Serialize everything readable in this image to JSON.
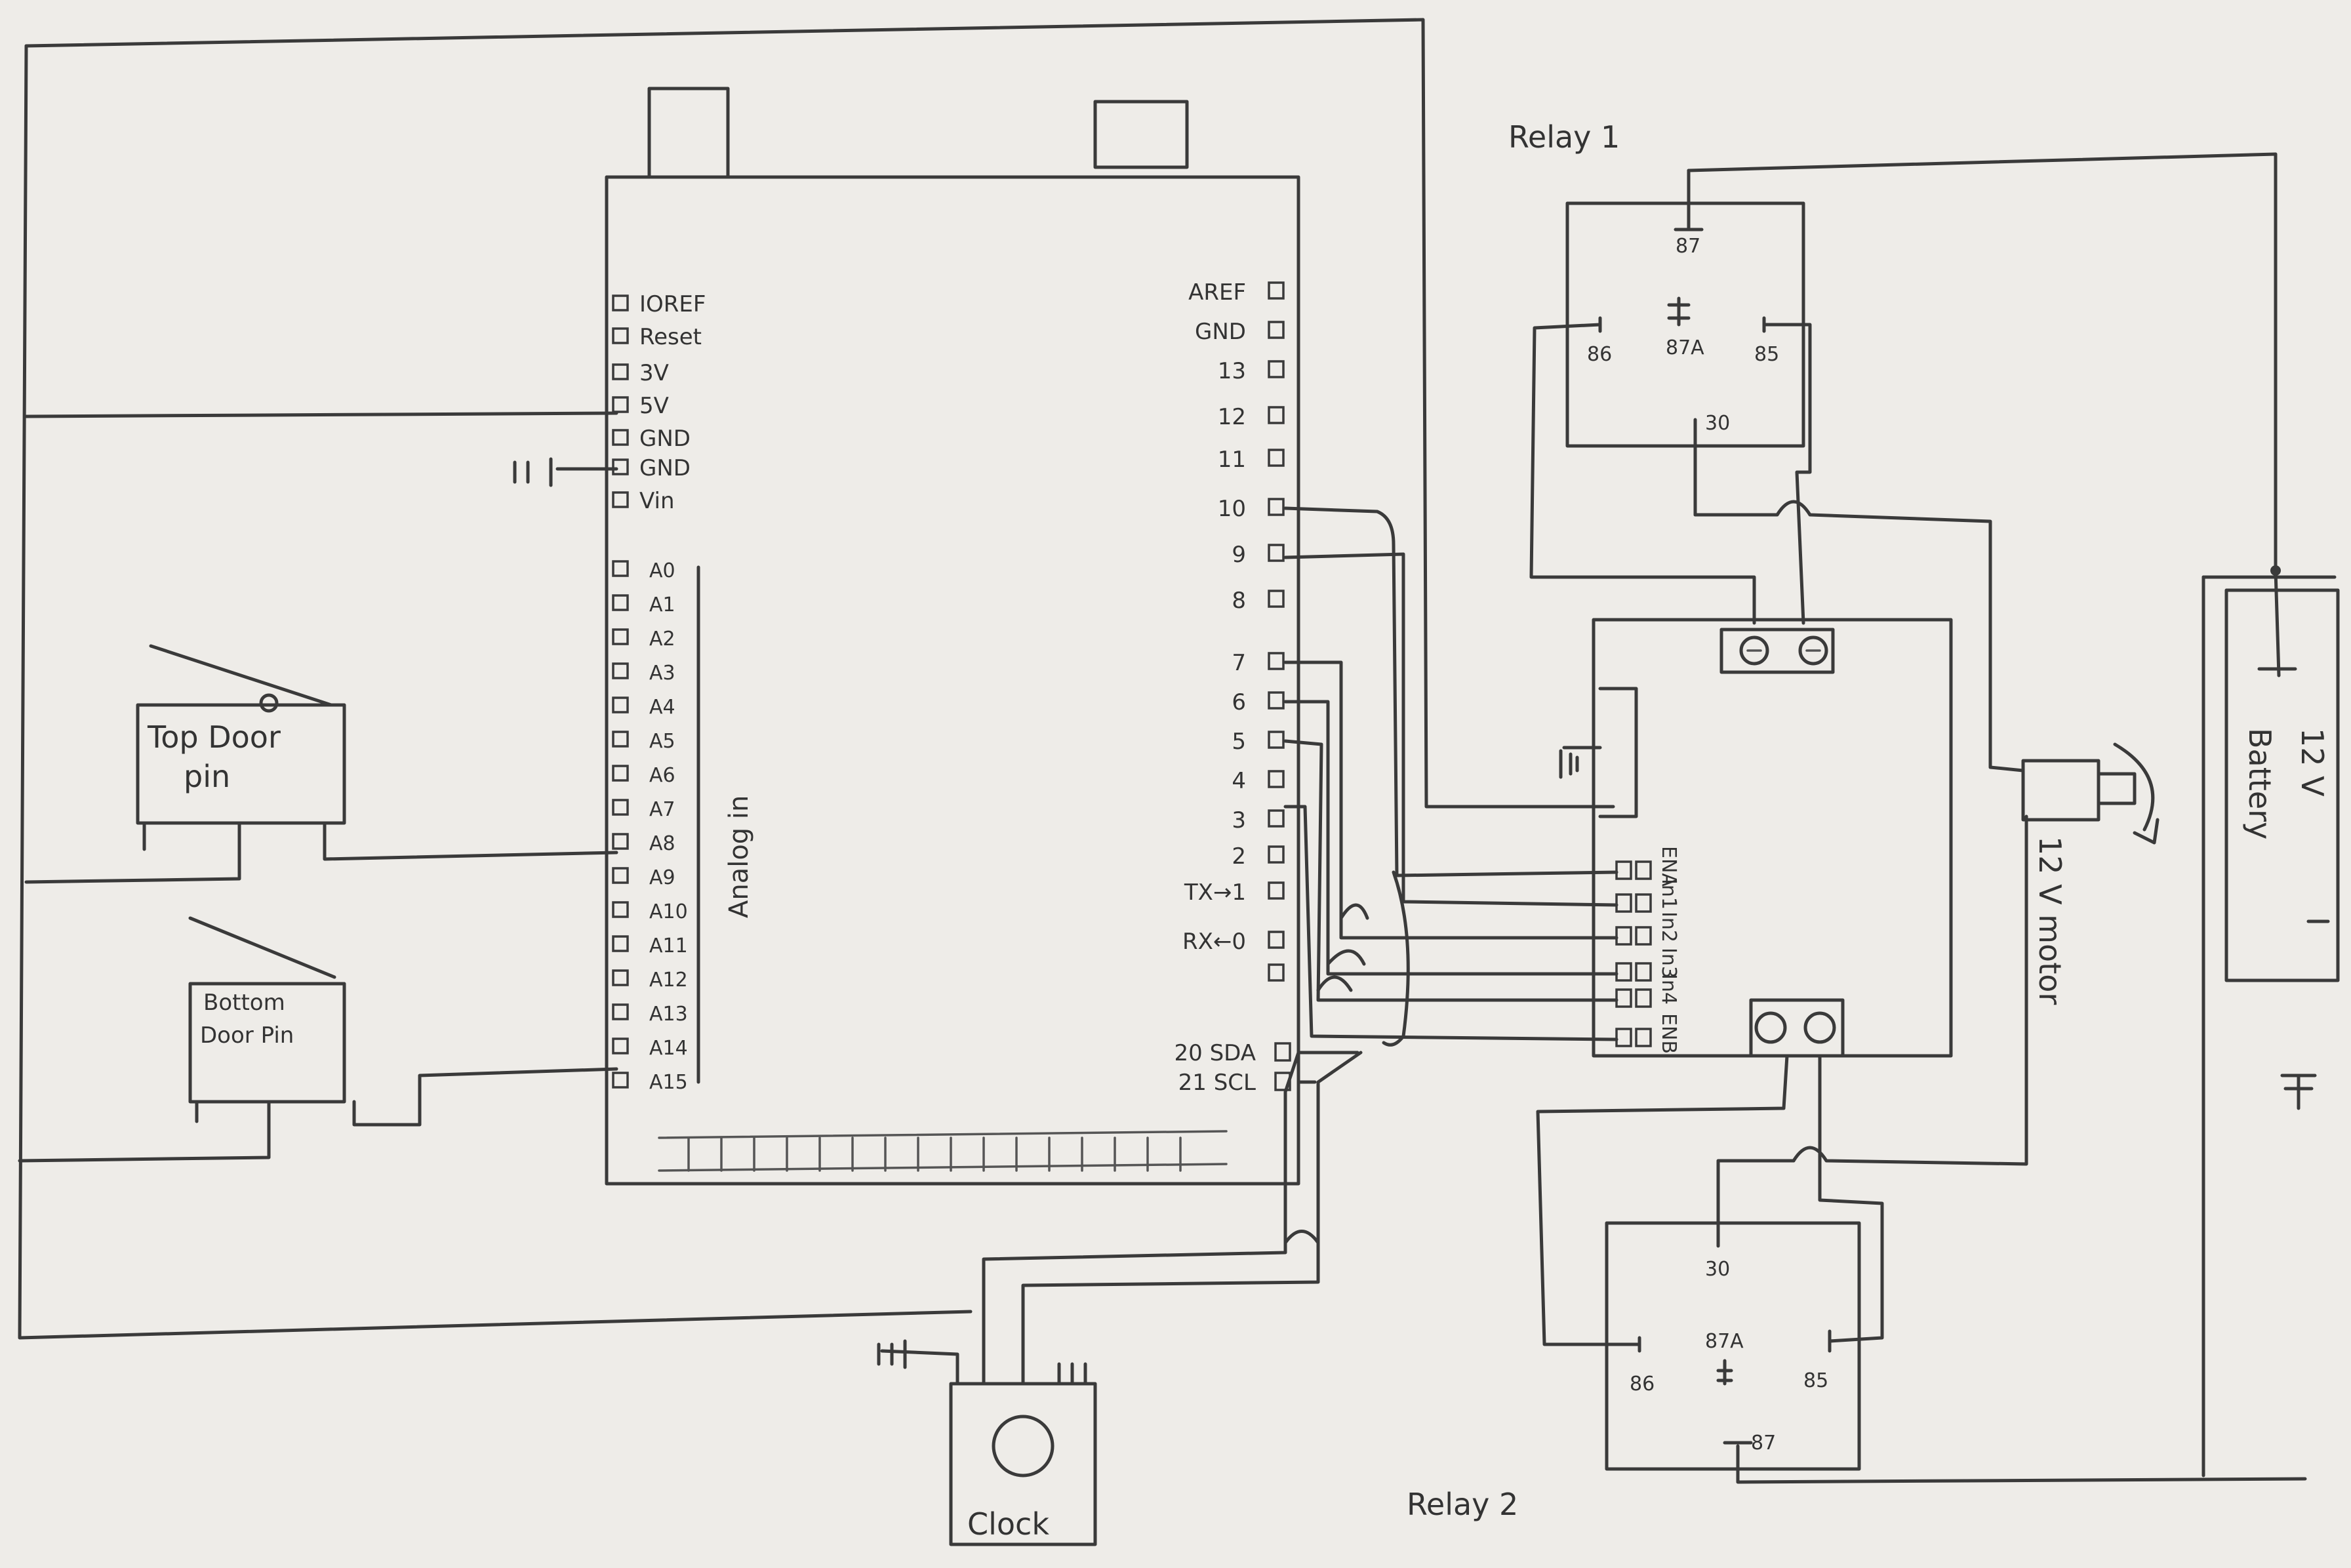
{
  "arduino": {
    "power_pins": [
      "IOREF",
      "Reset",
      "3V",
      "5V",
      "GND",
      "GND",
      "Vin"
    ],
    "analog_pins": [
      "A0",
      "A1",
      "A2",
      "A3",
      "A4",
      "A5",
      "A6",
      "A7",
      "A8",
      "A9",
      "A10",
      "A11",
      "A12",
      "A13",
      "A14",
      "A15"
    ],
    "analog_label": "Analog in",
    "digital_pins": [
      "AREF",
      "GND",
      "13",
      "12",
      "11",
      "10",
      "9",
      "8",
      "7",
      "6",
      "5",
      "4",
      "3",
      "2",
      "TX→1",
      "RX←0"
    ],
    "i2c_pins": [
      "20 SDA",
      "21 SCL"
    ]
  },
  "switches": {
    "top": [
      "Top Door",
      "pin"
    ],
    "bottom": [
      "Bottom",
      "Door Pin"
    ]
  },
  "clock": {
    "label": "Clock"
  },
  "relay1": {
    "title": "Relay 1",
    "pins": [
      "87",
      "86",
      "87A",
      "85",
      "30"
    ]
  },
  "relay2": {
    "title": "Relay 2",
    "pins": [
      "30",
      "87A",
      "86",
      "85",
      "87"
    ]
  },
  "motor_driver": {
    "pin_labels": [
      "ENA",
      "In1",
      "In2",
      "In3",
      "In4",
      "ENB"
    ]
  },
  "motor": {
    "label": "12 V motor"
  },
  "battery": {
    "label_volt": "12 V",
    "label_name": "Battery"
  }
}
